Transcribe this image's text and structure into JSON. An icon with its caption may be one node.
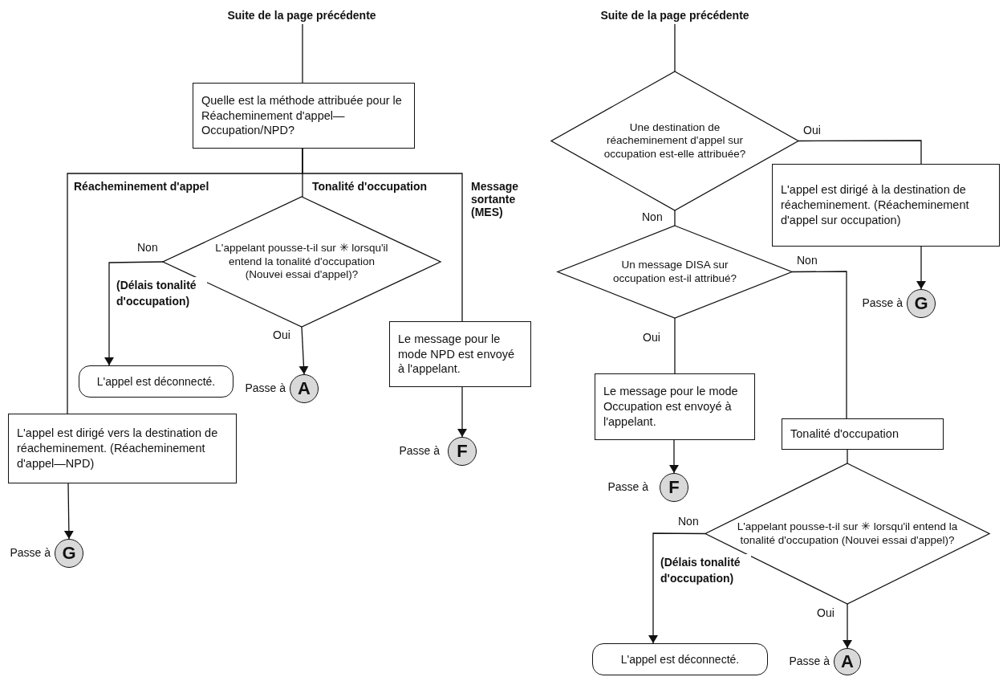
{
  "diagram": {
    "nodes": [
      {
        "text": [
          "Suite de la page précédente"
        ]
      },
      {
        "text": [
          "Quelle est la méthode attribuée pour le Réacheminement d'appel—Occupation/NPD?"
        ]
      },
      {
        "text": [
          "L'appelant pousse-t-il sur ✳ lorsqu'il entend la tonalité d'occupation (Nouvei essai d'appel)?"
        ]
      },
      {
        "text": [
          "L'appel est déconnecté."
        ]
      },
      {
        "text": [
          "A"
        ],
        "beside": [
          "Passe à"
        ]
      },
      {
        "text": [
          "L'appel est dirigé vers la destination de réacheminement. (Réacheminement d'appel—NPD)"
        ]
      },
      {
        "text": [
          "G"
        ],
        "beside": [
          "Passe à"
        ]
      },
      {
        "text": [
          "Le message pour le mode NPD est envoyé à l'appelant."
        ]
      },
      {
        "text": [
          "F"
        ],
        "beside": [
          "Passe à"
        ]
      },
      {
        "text": [
          "Suite de la page précédente"
        ]
      },
      {
        "text": [
          "Une destination de réacheminement d'appel sur occupation est-elle attribuée?"
        ]
      },
      {
        "text": [
          "L'appel est dirigé à la destination de réacheminement. (Réacheminement d'appel sur occupation)"
        ]
      },
      {
        "text": [
          "G"
        ],
        "beside": [
          "Passe à"
        ]
      },
      {
        "text": [
          "Un message DISA sur occupation est-il attribué?"
        ]
      },
      {
        "text": [
          "Le message pour le mode Occupation est envoyé à l'appelant."
        ]
      },
      {
        "text": [
          "F"
        ],
        "beside": [
          "Passe à"
        ]
      },
      {
        "text": [
          "Tonalité d'occupation"
        ]
      },
      {
        "text": [
          "L'appelant pousse-t-il sur ✳ lorsqu'il entend la tonalité d'occupation (Nouvei essai d'appel)?"
        ]
      },
      {
        "text": [
          "L'appel est déconnecté."
        ]
      },
      {
        "text": [
          "A"
        ],
        "beside": [
          "Passe à"
        ]
      }
    ],
    "edges": [
      {
        "from": 0,
        "to": 1,
        "arrow": "none"
      },
      {
        "from": 1,
        "to": 2,
        "arrow": "none",
        "label": "Tonalité d'occupation"
      },
      {
        "from": 1,
        "to": 5,
        "arrow": "none",
        "label": "Réacheminement d'appel"
      },
      {
        "from": 1,
        "to": 7,
        "arrow": "none",
        "label": "Message sortante (MES)"
      },
      {
        "from": 2,
        "to": 3,
        "arrow": "to",
        "label": "Non"
      },
      {
        "from": 2,
        "to": 4,
        "arrow": "to",
        "label": "Oui"
      },
      {
        "from": 7,
        "to": 8,
        "arrow": "to"
      },
      {
        "from": 5,
        "to": 6,
        "arrow": "to"
      },
      {
        "from": 9,
        "to": 10,
        "arrow": "none"
      },
      {
        "from": 10,
        "to": 11,
        "arrow": "none",
        "label": "Oui"
      },
      {
        "from": 10,
        "to": 13,
        "arrow": "none",
        "label": "Non"
      },
      {
        "from": 11,
        "to": 12,
        "arrow": "to"
      },
      {
        "from": 13,
        "to": 14,
        "arrow": "none",
        "label": "Oui"
      },
      {
        "from": 13,
        "to": 16,
        "arrow": "none",
        "label": "Non"
      },
      {
        "from": 14,
        "to": 15,
        "arrow": "to"
      },
      {
        "from": 16,
        "to": 17,
        "arrow": "none"
      },
      {
        "from": 17,
        "to": 18,
        "arrow": "to",
        "label": "Non"
      },
      {
        "from": 17,
        "to": 19,
        "arrow": "to",
        "label": "Oui"
      }
    ],
    "labels": [
      "(Délais tonalité d'occupation)",
      "(Délais tonalité d'occupation)"
    ]
  }
}
